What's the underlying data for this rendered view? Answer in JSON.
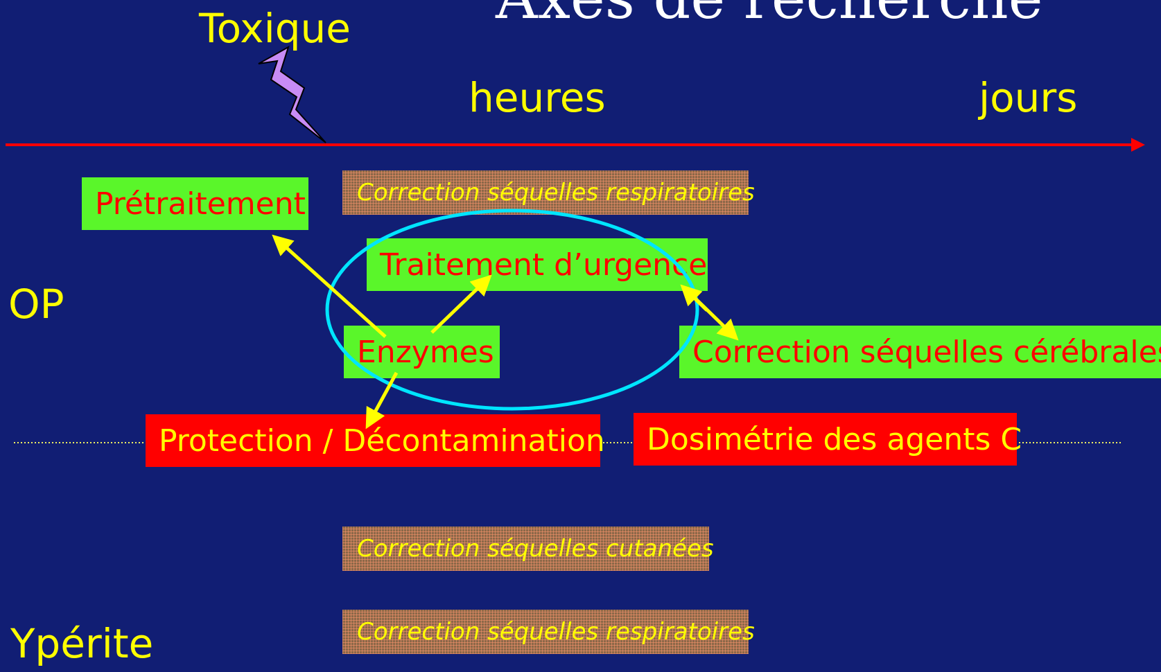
{
  "title": "Axes de recherche",
  "toxique_label": "Toxique",
  "timeline": {
    "heures_label": "heures",
    "jours_label": "jours"
  },
  "row_labels": {
    "op": "OP",
    "yperite": "Ypérite"
  },
  "boxes": {
    "correction_respiratoires_top": "Correction séquelles respiratoires",
    "pretraitement": "Prétraitement",
    "traitement_urgence": "Traitement d’urgence",
    "enzymes": "Enzymes",
    "correction_cerebrales": "Correction séquelles cérébrales",
    "protection_decontamination": "Protection / Décontamination",
    "dosimetrie": "Dosimétrie des agents C",
    "correction_cutanees": "Correction séquelles cutanées",
    "correction_respiratoires_bottom": "Correction séquelles respiratoires"
  },
  "colors": {
    "background": "#111e74",
    "text_yellow": "#ffff00",
    "box_green": "#5af62a",
    "box_red": "#ff0000",
    "timeline_red": "#ff0000",
    "ellipse_cyan": "#00e5ff",
    "lightning_violet": "#c88cf5",
    "hatched_brown": "#8c6848"
  }
}
